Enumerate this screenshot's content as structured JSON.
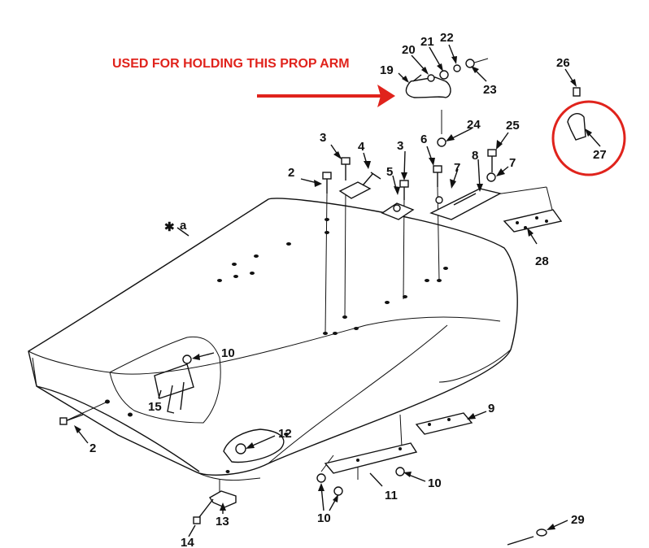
{
  "annotation": {
    "text": "USED FOR HOLDING THIS PROP ARM",
    "color": "#e0231c"
  },
  "callouts": {
    "c2a": "2",
    "c2b": "2",
    "c3a": "3",
    "c3b": "3",
    "c4": "4",
    "c5": "5",
    "c6": "6",
    "c7a": "7",
    "c7b": "7",
    "c8": "8",
    "c9": "9",
    "c10a": "10",
    "c10b": "10",
    "c10c": "10",
    "c11": "11",
    "c12": "12",
    "c13": "13",
    "c14": "14",
    "c15": "15",
    "c19": "19",
    "c20": "20",
    "c21": "21",
    "c22": "22",
    "c23": "23",
    "c24": "24",
    "c25": "25",
    "c26": "26",
    "c27": "27",
    "c28": "28",
    "c29": "29"
  },
  "hood_label": {
    "star": "✱",
    "letter": "a"
  },
  "colors": {
    "line": "#111111",
    "highlight": "#e0231c",
    "background": "#ffffff"
  }
}
